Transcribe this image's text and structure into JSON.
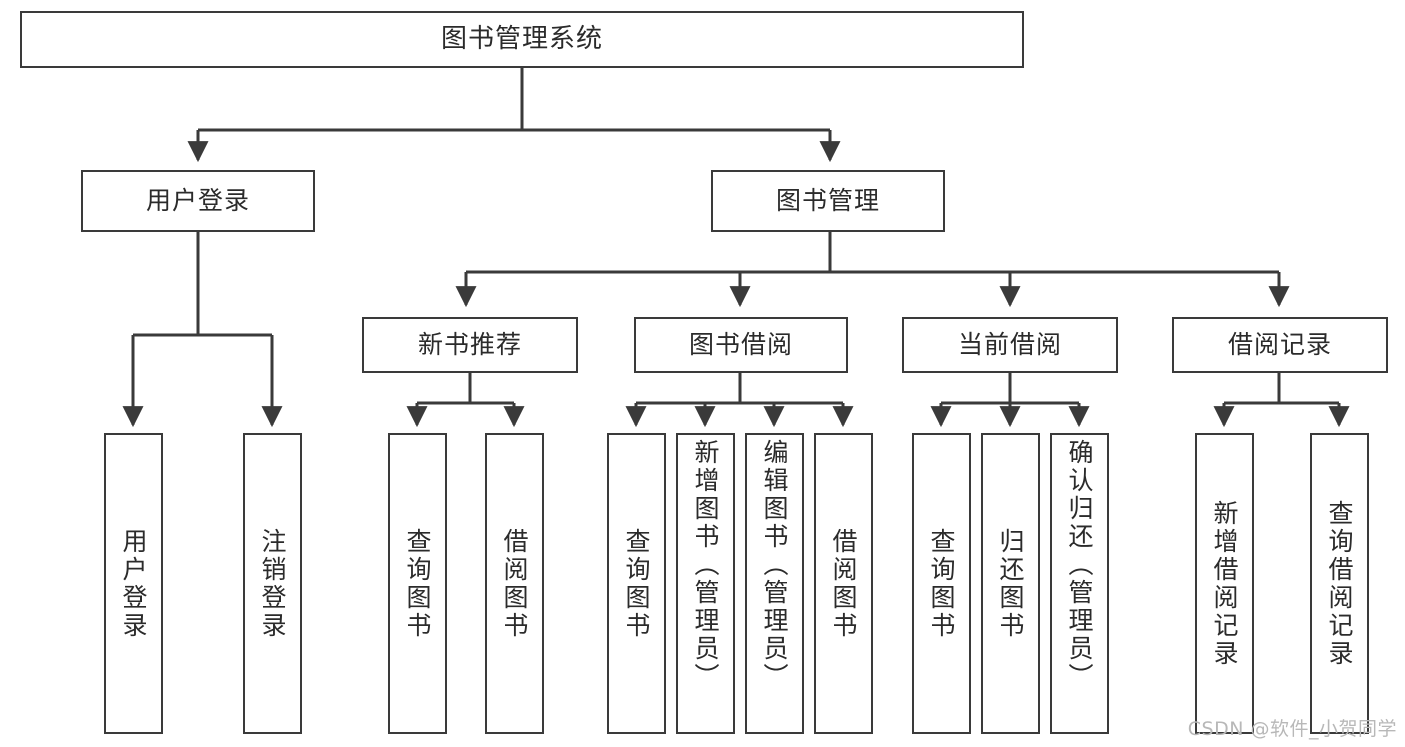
{
  "diagram": {
    "title": "图书管理系统",
    "type": "tree",
    "colors": {
      "box_border": "#3a3a3a",
      "box_fill": "#ffffff",
      "edge": "#3a3a3a",
      "text": "#2b2b2b",
      "watermark": "#b8b8b8"
    },
    "root": {
      "label": "图书管理系统"
    },
    "level2": [
      {
        "label": "用户登录"
      },
      {
        "label": "图书管理"
      }
    ],
    "level3": [
      {
        "label": "新书推荐"
      },
      {
        "label": "图书借阅"
      },
      {
        "label": "当前借阅"
      },
      {
        "label": "借阅记录"
      }
    ],
    "leaves": {
      "user_login": [
        {
          "label": "用户登录"
        },
        {
          "label": "注销登录"
        }
      ],
      "new_book_recommend": [
        {
          "label": "查询图书"
        },
        {
          "label": "借阅图书"
        }
      ],
      "book_borrow": [
        {
          "label": "查询图书"
        },
        {
          "label": "新增图书（管理员）"
        },
        {
          "label": "编辑图书（管理员）"
        },
        {
          "label": "借阅图书"
        }
      ],
      "current_borrow": [
        {
          "label": "查询图书"
        },
        {
          "label": "归还图书"
        },
        {
          "label": "确认归还（管理员）"
        }
      ],
      "borrow_record": [
        {
          "label": "新增借阅记录"
        },
        {
          "label": "查询借阅记录"
        }
      ]
    }
  },
  "watermark": {
    "text": "CSDN @软件_小贺同学"
  }
}
